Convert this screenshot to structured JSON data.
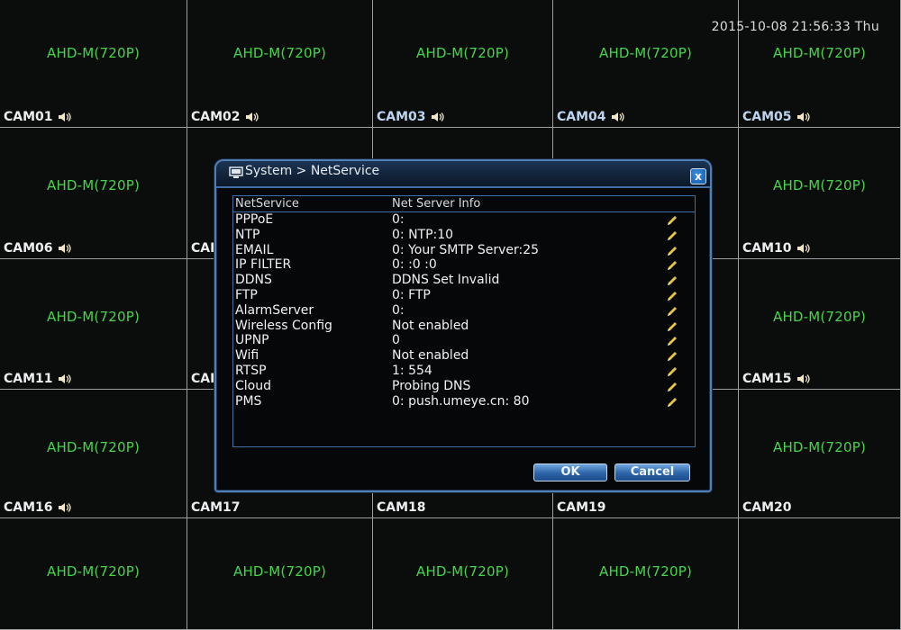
{
  "clock": "2015-10-08 21:56:33 Thu",
  "cells": [
    {
      "status": "AHD-M(720P)",
      "cam": "CAM01",
      "speaker": true,
      "blue": false
    },
    {
      "status": "AHD-M(720P)",
      "cam": "CAM02",
      "speaker": true,
      "blue": false
    },
    {
      "status": "AHD-M(720P)",
      "cam": "CAM03",
      "speaker": true,
      "blue": true
    },
    {
      "status": "AHD-M(720P)",
      "cam": "CAM04",
      "speaker": true,
      "blue": true
    },
    {
      "status": "AHD-M(720P)",
      "cam": "CAM05",
      "speaker": true,
      "blue": true
    },
    {
      "status": "AHD-M(720P)",
      "cam": "CAM06",
      "speaker": true,
      "blue": false
    },
    {
      "status": "",
      "cam": "CAI",
      "speaker": false,
      "blue": false
    },
    {
      "status": "",
      "cam": "",
      "speaker": false,
      "blue": false
    },
    {
      "status": "",
      "cam": "",
      "speaker": false,
      "blue": false
    },
    {
      "status": "AHD-M(720P)",
      "cam": "CAM10",
      "speaker": true,
      "blue": false
    },
    {
      "status": "AHD-M(720P)",
      "cam": "CAM11",
      "speaker": true,
      "blue": false
    },
    {
      "status": "",
      "cam": "CAI",
      "speaker": false,
      "blue": false
    },
    {
      "status": "",
      "cam": "",
      "speaker": false,
      "blue": false
    },
    {
      "status": "",
      "cam": "",
      "speaker": false,
      "blue": false
    },
    {
      "status": "AHD-M(720P)",
      "cam": "CAM15",
      "speaker": true,
      "blue": false
    },
    {
      "status": "AHD-M(720P)",
      "cam": "CAM16",
      "speaker": true,
      "blue": false
    },
    {
      "status": "",
      "cam": "CAM17",
      "speaker": false,
      "blue": false
    },
    {
      "status": "",
      "cam": "CAM18",
      "speaker": false,
      "blue": false
    },
    {
      "status": "",
      "cam": "CAM19",
      "speaker": false,
      "blue": false
    },
    {
      "status": "AHD-M(720P)",
      "cam": "CAM20",
      "speaker": false,
      "blue": false
    },
    {
      "status": "AHD-M(720P)",
      "cam": "",
      "speaker": false,
      "blue": false
    },
    {
      "status": "AHD-M(720P)",
      "cam": "",
      "speaker": false,
      "blue": false
    },
    {
      "status": "AHD-M(720P)",
      "cam": "",
      "speaker": false,
      "blue": false
    },
    {
      "status": "AHD-M(720P)",
      "cam": "",
      "speaker": false,
      "blue": false
    },
    {
      "status": "",
      "cam": "",
      "speaker": false,
      "blue": false
    }
  ],
  "dialog": {
    "title": "System > NetService",
    "close_label": "x",
    "header_service": "NetService",
    "header_info": "Net Server Info",
    "rows": [
      {
        "name": "PPPoE",
        "info": "0:"
      },
      {
        "name": "NTP",
        "info": "0: NTP:10"
      },
      {
        "name": "EMAIL",
        "info": "0: Your SMTP Server:25"
      },
      {
        "name": "IP FILTER",
        "info": "0: :0 :0"
      },
      {
        "name": "DDNS",
        "info": "DDNS Set Invalid"
      },
      {
        "name": "FTP",
        "info": "0: FTP"
      },
      {
        "name": "AlarmServer",
        "info": "0:"
      },
      {
        "name": "Wireless Config",
        "info": "Not enabled"
      },
      {
        "name": "UPNP",
        "info": "0"
      },
      {
        "name": "Wifi",
        "info": "Not enabled"
      },
      {
        "name": "RTSP",
        "info": "1: 554"
      },
      {
        "name": "Cloud",
        "info": "Probing DNS"
      },
      {
        "name": "PMS",
        "info": "0: push.umeye.cn: 80"
      }
    ],
    "ok_label": "OK",
    "cancel_label": "Cancel"
  },
  "icons": {
    "speaker": "speaker-icon",
    "edit": "pencil-icon",
    "monitor": "monitor-icon",
    "close": "close-icon"
  },
  "colors": {
    "status_text": "#45d64a",
    "dialog_border": "#4f7fb4",
    "button": "#2c63a8"
  }
}
